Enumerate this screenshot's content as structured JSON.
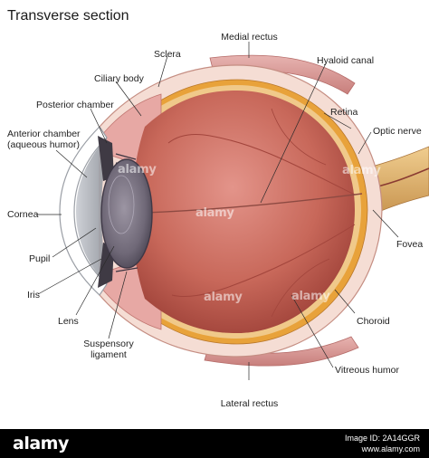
{
  "figure": {
    "title": "Transverse section",
    "labels": {
      "medial_rectus": "Medial rectus",
      "sclera": "Sclera",
      "hyaloid_canal": "Hyaloid canal",
      "ciliary_body": "Ciliary body",
      "posterior_chamber": "Posterior chamber",
      "retina": "Retina",
      "anterior_chamber_line1": "Anterior chamber",
      "anterior_chamber_line2": "(aqueous humor)",
      "optic_nerve": "Optic nerve",
      "cornea": "Cornea",
      "fovea": "Fovea",
      "pupil": "Pupil",
      "iris": "Iris",
      "choroid": "Choroid",
      "lens": "Lens",
      "suspensory_ligament_line1": "Suspensory",
      "suspensory_ligament_line2": "ligament",
      "vitreous_humor": "Vitreous humor",
      "lateral_rectus": "Lateral rectus"
    },
    "colors": {
      "vitreous": "#c8685a",
      "sclera": "#f5ddd4",
      "choroid": "#e8a23a",
      "muscle": "#d99a9a",
      "nerve": "#e2b36e",
      "cornea": "#a7aab1",
      "lens": "#6f6877"
    }
  },
  "watermark": {
    "brand": "alamy",
    "image_id": "Image ID: 2A14GGR",
    "site": "www.alamy.com"
  }
}
